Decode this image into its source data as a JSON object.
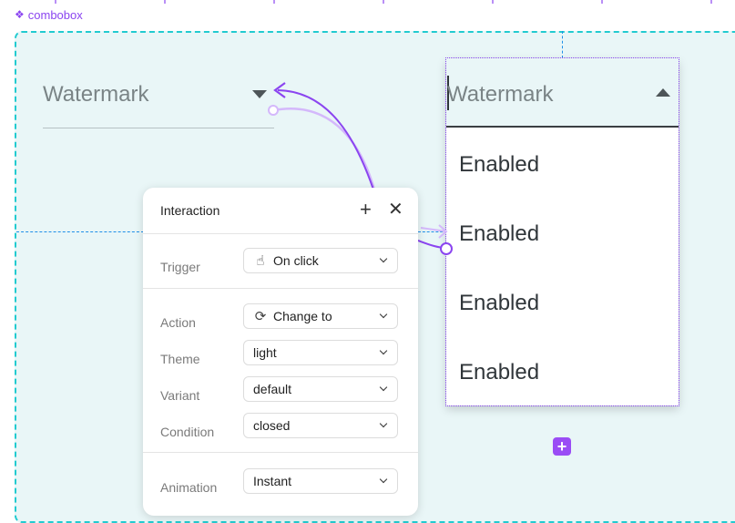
{
  "component_label": "combobox",
  "combobox_left": {
    "placeholder": "Watermark"
  },
  "combobox_right": {
    "placeholder": "Watermark",
    "options": [
      "Enabled",
      "Enabled",
      "Enabled",
      "Enabled"
    ]
  },
  "interaction_panel": {
    "title": "Interaction",
    "trigger": {
      "label": "Trigger",
      "value": "On click",
      "icon": "cursor-click-icon"
    },
    "action": {
      "label": "Action",
      "value": "Change to",
      "icon": "refresh-icon"
    },
    "theme": {
      "label": "Theme",
      "value": "light"
    },
    "variant": {
      "label": "Variant",
      "value": "default"
    },
    "condition": {
      "label": "Condition",
      "value": "closed"
    },
    "animation": {
      "label": "Animation",
      "value": "Instant"
    }
  },
  "colors": {
    "accent": "#8b45f0",
    "frame_border": "#22cbd0",
    "frame_fill": "#e9f6f7",
    "guide": "#1e8fe8"
  }
}
